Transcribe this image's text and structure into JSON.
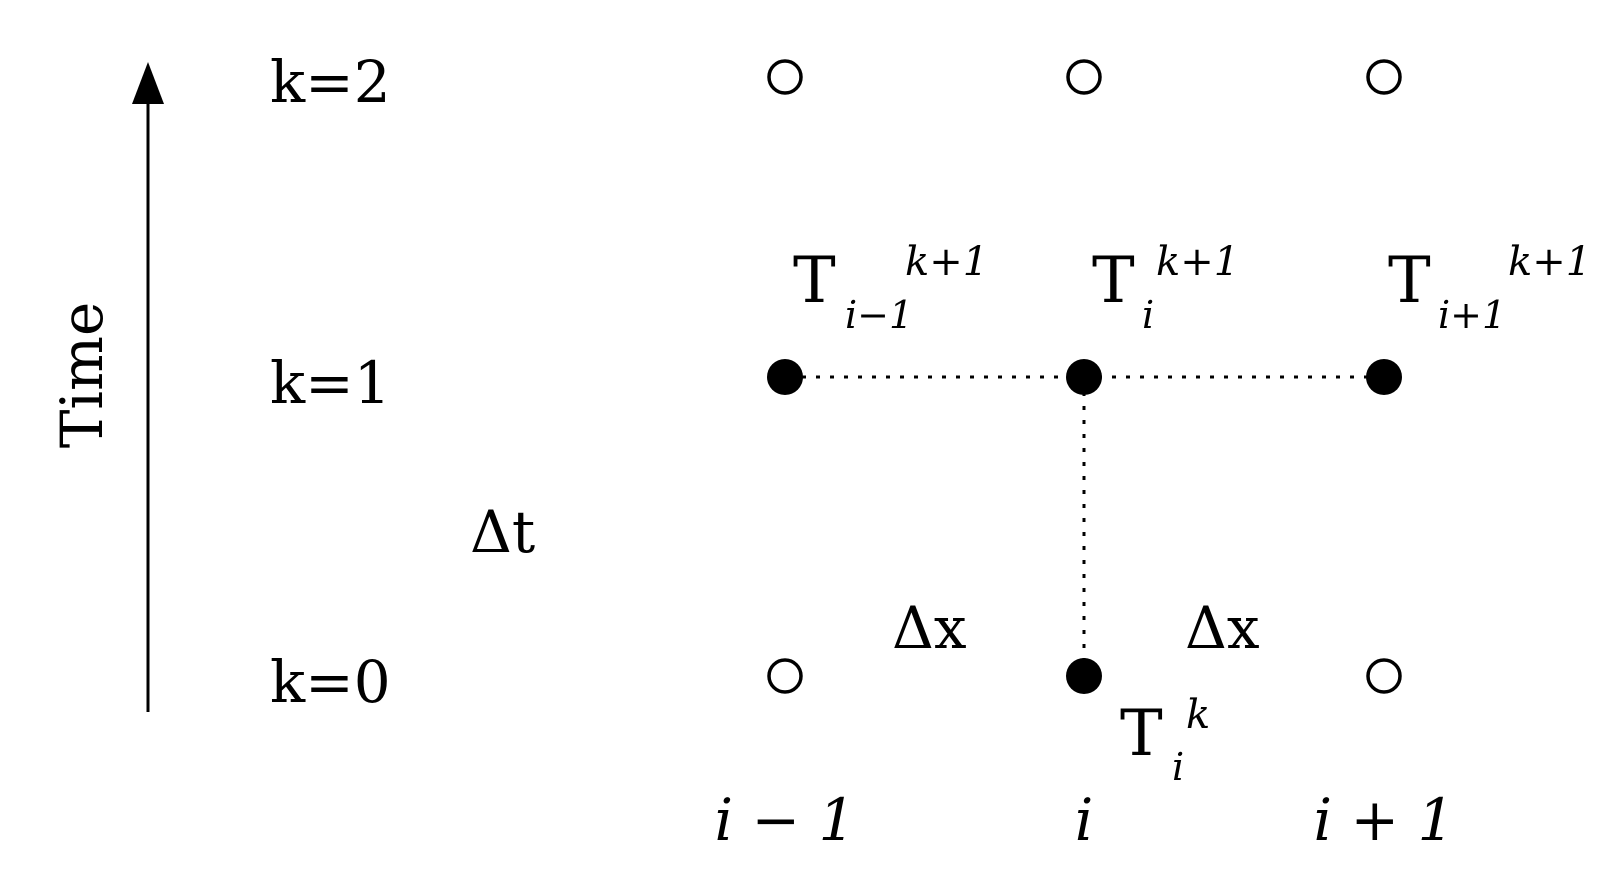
{
  "axis": {
    "label": "Time"
  },
  "rows": [
    {
      "label": "k=2"
    },
    {
      "label": "k=1"
    },
    {
      "label": "k=0"
    }
  ],
  "columns": [
    {
      "label": "i − 1"
    },
    {
      "label": "i"
    },
    {
      "label": "i + 1"
    }
  ],
  "intervals": {
    "time_step": "Δt",
    "space_step": "Δx"
  },
  "nodes": {
    "upper_left": {
      "symbol": "T",
      "sub": "i−1",
      "sup": "k+1"
    },
    "upper_mid": {
      "symbol": "T",
      "sub": "i",
      "sup": "k+1"
    },
    "upper_right": {
      "symbol": "T",
      "sub": "i+1",
      "sup": "k+1"
    },
    "lower_mid": {
      "symbol": "T",
      "sub": "i",
      "sup": "k"
    }
  },
  "colors": {
    "ink": "#000000",
    "background": "#ffffff"
  }
}
